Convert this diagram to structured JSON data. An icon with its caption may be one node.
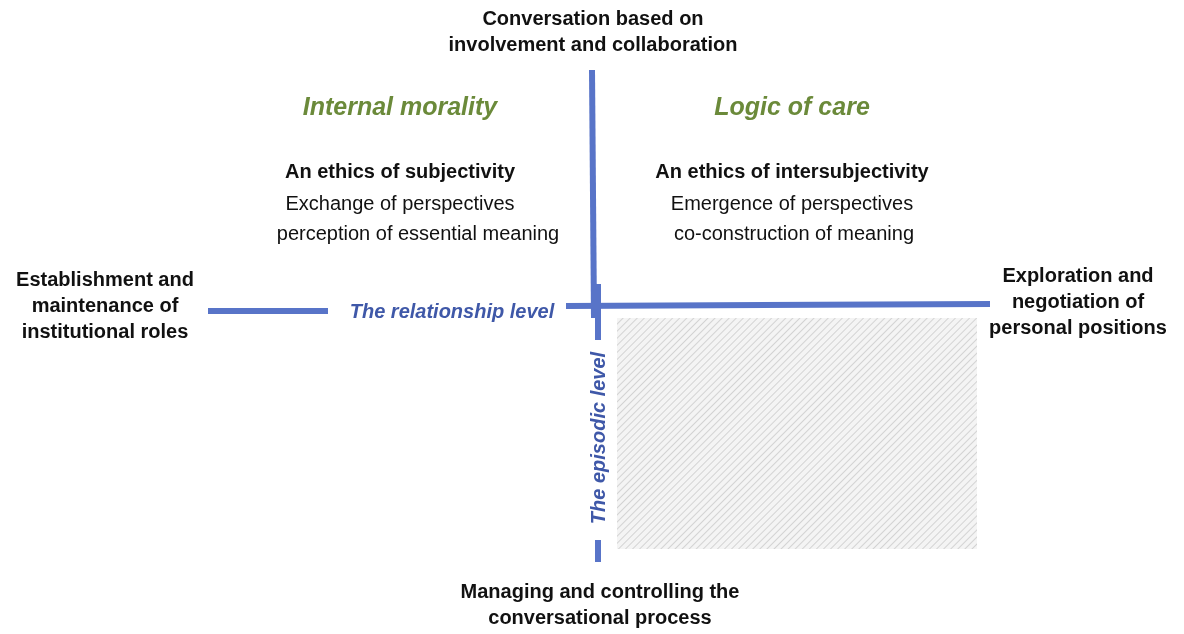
{
  "diagram": {
    "nodes": [
      {
        "text": [],
        "shape": "box"
      }
    ],
    "labels": [
      "Conversation based on involvement and collaboration",
      "Internal morality",
      "Logic of care",
      "An ethics of subjectivity",
      "An ethics of intersubjectivity",
      "Exchange of perspectives",
      "Emergence of perspectives",
      "perception of essential meaning",
      "co-construction of meaning",
      "Establishment and maintenance of institutional roles",
      "The relationship level",
      "Exploration and negotiation of personal positions",
      "The episodic level",
      "Managing and controlling the conversational process"
    ]
  }
}
